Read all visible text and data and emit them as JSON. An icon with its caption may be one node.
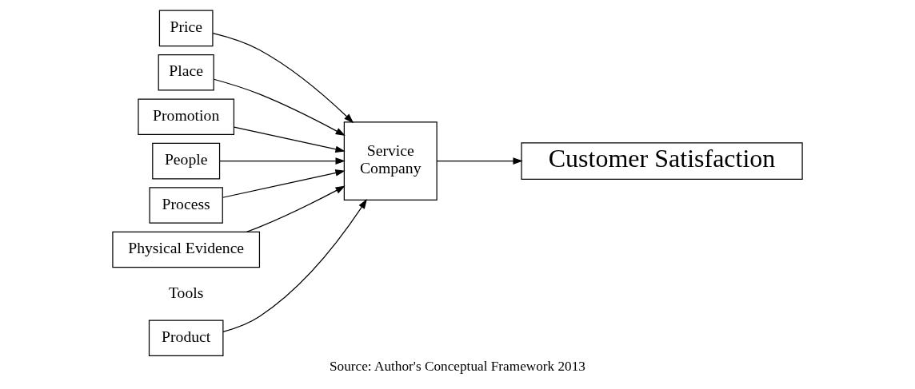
{
  "diagram": {
    "caption": "Source: Author's Conceptual Framework 2013",
    "nodes": [
      {
        "text": [
          "Product"
        ]
      },
      {
        "text": [
          "Price"
        ]
      },
      {
        "text": [
          "Place"
        ]
      },
      {
        "text": [
          "Promotion"
        ]
      },
      {
        "text": [
          "People"
        ]
      },
      {
        "text": [
          "Process"
        ]
      },
      {
        "text": [
          "Physical Evidence"
        ]
      },
      {
        "text": [
          "Service Company"
        ]
      },
      {
        "text": [
          "Customer Satisfaction"
        ]
      }
    ],
    "edges": [
      {
        "from": 0,
        "to": 7,
        "arrow": "to"
      },
      {
        "from": 1,
        "to": 7,
        "arrow": "to"
      },
      {
        "from": 2,
        "to": 7,
        "arrow": "to"
      },
      {
        "from": 3,
        "to": 7,
        "arrow": "to"
      },
      {
        "from": 4,
        "to": 7,
        "arrow": "to"
      },
      {
        "from": 5,
        "to": 7,
        "arrow": "to"
      },
      {
        "from": 6,
        "to": 7,
        "arrow": "to"
      },
      {
        "from": 7,
        "to": 8,
        "arrow": "to"
      }
    ],
    "labels": [
      "Tools"
    ]
  }
}
